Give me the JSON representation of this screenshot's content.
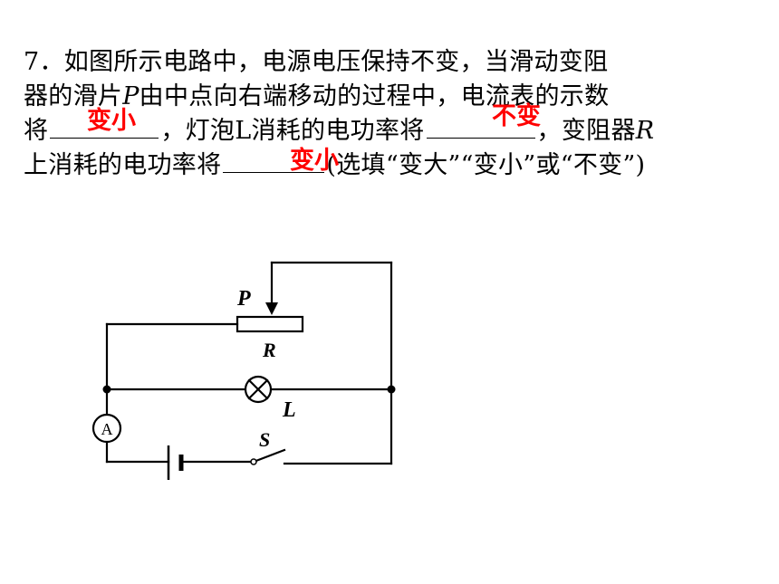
{
  "question": {
    "number": "7．",
    "line1": "如图所示电路中，电源电压保持不变，当滑动变阻",
    "line2_a": "器的滑片",
    "line2_p": "P",
    "line2_b": "由中点向右端移动的过程中，电流表的示数",
    "line3_a": "将",
    "line3_b": "，灯泡L消耗的电功率将",
    "line3_c": "，变阻器",
    "line3_r": "R",
    "line4_a": "上消耗的电功率将",
    "line4_b": "(选填“变大”“变小”或“不变”)"
  },
  "answers": {
    "blank1": "变小",
    "blank2": "不变",
    "blank3": "变小",
    "color": "#ff0000"
  },
  "circuit": {
    "label_p": "P",
    "label_r": "R",
    "label_l": "L",
    "label_s": "S",
    "label_a": "A"
  }
}
